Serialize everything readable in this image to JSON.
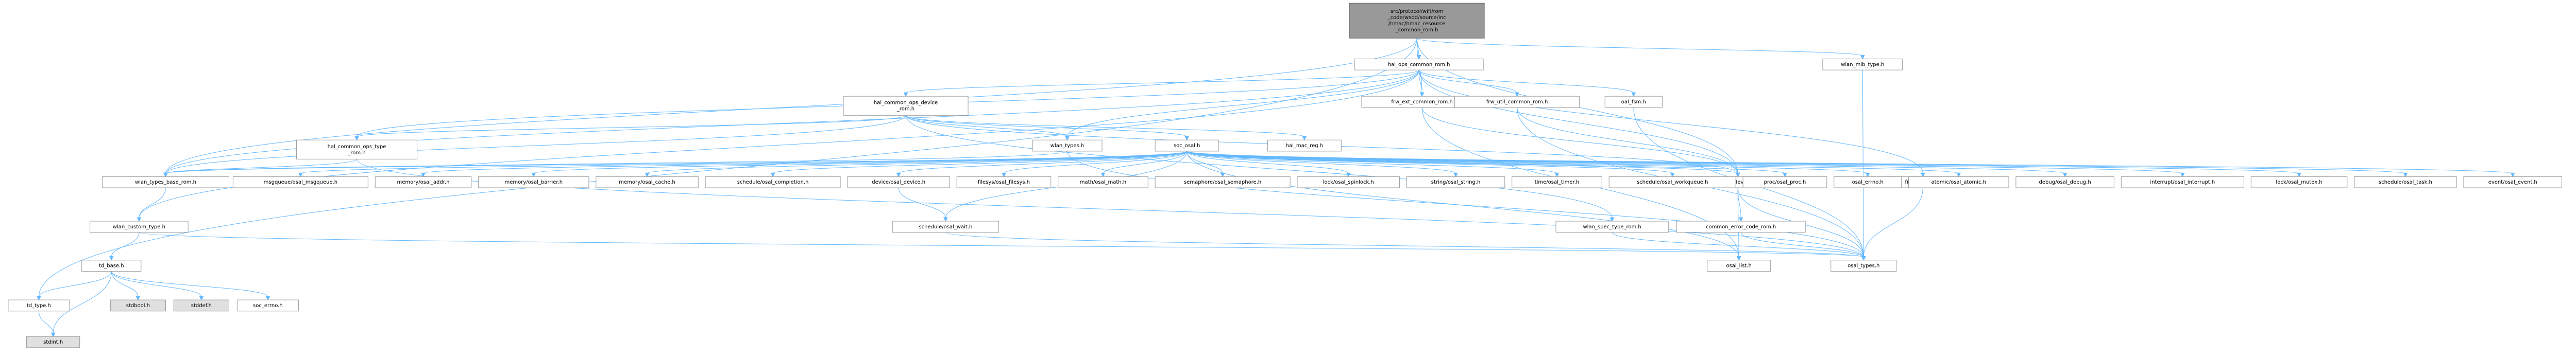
{
  "graph": {
    "title": "Include dependency graph",
    "nodes": [
      {
        "id": "root",
        "lines": [
          "src/protocol/wifi/rom",
          "_code/wsdd/source/inc",
          "/hmac/hmac_resource",
          "_common_rom.h"
        ],
        "kind": "root"
      },
      {
        "id": "hal_ops_common_rom",
        "lines": [
          "hal_ops_common_rom.h"
        ]
      },
      {
        "id": "wlan_mib_type",
        "lines": [
          "wlan_mib_type.h"
        ]
      },
      {
        "id": "hal_common_ops_device_rom",
        "lines": [
          "hal_common_ops_device",
          "_rom.h"
        ]
      },
      {
        "id": "frw_ext_common_rom",
        "lines": [
          "frw_ext_common_rom.h"
        ]
      },
      {
        "id": "frw_util_common_rom",
        "lines": [
          "frw_util_common_rom.h"
        ]
      },
      {
        "id": "oal_fsm",
        "lines": [
          "oal_fsm.h"
        ]
      },
      {
        "id": "hal_common_ops_type_rom",
        "lines": [
          "hal_common_ops_type",
          "_rom.h"
        ]
      },
      {
        "id": "wlan_types",
        "lines": [
          "wlan_types.h"
        ]
      },
      {
        "id": "soc_osal",
        "lines": [
          "soc_osal.h"
        ]
      },
      {
        "id": "hal_mac_reg",
        "lines": [
          "hal_mac_reg.h"
        ]
      },
      {
        "id": "oal_types_device_rom",
        "lines": [
          "oal_types_device_rom.h"
        ]
      },
      {
        "id": "frw_list_rom",
        "lines": [
          "frw_list_rom.h"
        ]
      },
      {
        "id": "wlan_types_base_rom",
        "lines": [
          "wlan_types_base_rom.h"
        ]
      },
      {
        "id": "msgqueue",
        "lines": [
          "msgqueue/osal_msgqueue.h"
        ]
      },
      {
        "id": "memory_addr",
        "lines": [
          "memory/osal_addr.h"
        ]
      },
      {
        "id": "memory_barrier",
        "lines": [
          "memory/osal_barrier.h"
        ]
      },
      {
        "id": "memory_cache",
        "lines": [
          "memory/osal_cache.h"
        ]
      },
      {
        "id": "schedule_completion",
        "lines": [
          "schedule/osal_completion.h"
        ]
      },
      {
        "id": "device",
        "lines": [
          "device/osal_device.h"
        ]
      },
      {
        "id": "filesys",
        "lines": [
          "filesys/osal_filesys.h"
        ]
      },
      {
        "id": "math",
        "lines": [
          "math/osal_math.h"
        ]
      },
      {
        "id": "semaphore",
        "lines": [
          "semaphore/osal_semaphore.h"
        ]
      },
      {
        "id": "spinlock",
        "lines": [
          "lock/osal_spinlock.h"
        ]
      },
      {
        "id": "string",
        "lines": [
          "string/osal_string.h"
        ]
      },
      {
        "id": "timer",
        "lines": [
          "time/osal_timer.h"
        ]
      },
      {
        "id": "workqueue",
        "lines": [
          "schedule/osal_workqueue.h"
        ]
      },
      {
        "id": "proc",
        "lines": [
          "proc/osal_proc.h"
        ]
      },
      {
        "id": "osal_errno",
        "lines": [
          "osal_errno.h"
        ]
      },
      {
        "id": "atomic",
        "lines": [
          "atomic/osal_atomic.h"
        ]
      },
      {
        "id": "debug",
        "lines": [
          "debug/osal_debug.h"
        ]
      },
      {
        "id": "interrupt",
        "lines": [
          "interrupt/osal_interrupt.h"
        ]
      },
      {
        "id": "mutex",
        "lines": [
          "lock/osal_mutex.h"
        ]
      },
      {
        "id": "task",
        "lines": [
          "schedule/osal_task.h"
        ]
      },
      {
        "id": "event",
        "lines": [
          "event/osal_event.h"
        ]
      },
      {
        "id": "wait",
        "lines": [
          "schedule/osal_wait.h"
        ]
      },
      {
        "id": "wlan_spec_type_rom",
        "lines": [
          "wlan_spec_type_rom.h"
        ]
      },
      {
        "id": "osal_list",
        "lines": [
          "osal_list.h"
        ]
      },
      {
        "id": "common_error_code_rom",
        "lines": [
          "common_error_code_rom.h"
        ]
      },
      {
        "id": "osal_types",
        "lines": [
          "osal_types.h"
        ]
      },
      {
        "id": "wlan_custom_type",
        "lines": [
          "wlan_custom_type.h"
        ]
      },
      {
        "id": "td_base",
        "lines": [
          "td_base.h"
        ]
      },
      {
        "id": "td_type",
        "lines": [
          "td_type.h"
        ]
      },
      {
        "id": "stdbool",
        "lines": [
          "stdbool.h"
        ],
        "kind": "system"
      },
      {
        "id": "stddef",
        "lines": [
          "stddef.h"
        ],
        "kind": "system"
      },
      {
        "id": "soc_errno",
        "lines": [
          "soc_errno.h"
        ]
      },
      {
        "id": "stdint",
        "lines": [
          "stdint.h"
        ],
        "kind": "system"
      }
    ],
    "edges": [
      [
        "root",
        "hal_ops_common_rom"
      ],
      [
        "root",
        "wlan_mib_type"
      ],
      [
        "root",
        "frw_ext_common_rom"
      ],
      [
        "root",
        "oal_types_device_rom"
      ],
      [
        "root",
        "wlan_types_base_rom"
      ],
      [
        "root",
        "td_type"
      ],
      [
        "hal_ops_common_rom",
        "hal_common_ops_device_rom"
      ],
      [
        "hal_ops_common_rom",
        "frw_ext_common_rom"
      ],
      [
        "hal_ops_common_rom",
        "frw_util_common_rom"
      ],
      [
        "hal_ops_common_rom",
        "oal_fsm"
      ],
      [
        "hal_ops_common_rom",
        "wlan_types"
      ],
      [
        "hal_ops_common_rom",
        "hal_common_ops_type_rom"
      ],
      [
        "hal_ops_common_rom",
        "oal_types_device_rom"
      ],
      [
        "hal_ops_common_rom",
        "frw_list_rom"
      ],
      [
        "hal_ops_common_rom",
        "wlan_types_base_rom"
      ],
      [
        "hal_ops_common_rom",
        "wlan_custom_type"
      ],
      [
        "wlan_mib_type",
        "osal_types"
      ],
      [
        "hal_common_ops_device_rom",
        "hal_common_ops_type_rom"
      ],
      [
        "hal_common_ops_device_rom",
        "wlan_types"
      ],
      [
        "hal_common_ops_device_rom",
        "soc_osal"
      ],
      [
        "hal_common_ops_device_rom",
        "hal_mac_reg"
      ],
      [
        "hal_common_ops_device_rom",
        "oal_types_device_rom"
      ],
      [
        "hal_common_ops_device_rom",
        "wlan_types_base_rom"
      ],
      [
        "hal_common_ops_device_rom",
        "wlan_spec_type_rom"
      ],
      [
        "frw_ext_common_rom",
        "oal_types_device_rom"
      ],
      [
        "frw_ext_common_rom",
        "osal_list"
      ],
      [
        "frw_util_common_rom",
        "oal_types_device_rom"
      ],
      [
        "frw_util_common_rom",
        "osal_types"
      ],
      [
        "oal_fsm",
        "osal_types"
      ],
      [
        "hal_common_ops_type_rom",
        "wlan_types_base_rom"
      ],
      [
        "hal_common_ops_type_rom",
        "osal_types"
      ],
      [
        "wlan_types",
        "wlan_types_base_rom"
      ],
      [
        "wlan_types",
        "osal_types"
      ],
      [
        "soc_osal",
        "wlan_types_base_rom"
      ],
      [
        "soc_osal",
        "msgqueue"
      ],
      [
        "soc_osal",
        "memory_addr"
      ],
      [
        "soc_osal",
        "memory_barrier"
      ],
      [
        "soc_osal",
        "memory_cache"
      ],
      [
        "soc_osal",
        "schedule_completion"
      ],
      [
        "soc_osal",
        "device"
      ],
      [
        "soc_osal",
        "filesys"
      ],
      [
        "soc_osal",
        "math"
      ],
      [
        "soc_osal",
        "semaphore"
      ],
      [
        "soc_osal",
        "spinlock"
      ],
      [
        "soc_osal",
        "string"
      ],
      [
        "soc_osal",
        "timer"
      ],
      [
        "soc_osal",
        "workqueue"
      ],
      [
        "soc_osal",
        "proc"
      ],
      [
        "soc_osal",
        "osal_errno"
      ],
      [
        "soc_osal",
        "atomic"
      ],
      [
        "soc_osal",
        "debug"
      ],
      [
        "soc_osal",
        "interrupt"
      ],
      [
        "soc_osal",
        "mutex"
      ],
      [
        "soc_osal",
        "task"
      ],
      [
        "soc_osal",
        "event"
      ],
      [
        "soc_osal",
        "oal_types_device_rom"
      ],
      [
        "soc_osal",
        "osal_list"
      ],
      [
        "soc_osal",
        "wait"
      ],
      [
        "oal_types_device_rom",
        "common_error_code_rom"
      ],
      [
        "oal_types_device_rom",
        "osal_types"
      ],
      [
        "oal_types_device_rom",
        "osal_list"
      ],
      [
        "frw_list_rom",
        "osal_types"
      ],
      [
        "device",
        "wait"
      ],
      [
        "wlan_spec_type_rom",
        "osal_types"
      ],
      [
        "common_error_code_rom",
        "osal_types"
      ],
      [
        "wait",
        "osal_types"
      ],
      [
        "wlan_types_base_rom",
        "wlan_custom_type"
      ],
      [
        "wlan_custom_type",
        "td_base"
      ],
      [
        "wlan_custom_type",
        "osal_types"
      ],
      [
        "td_base",
        "td_type"
      ],
      [
        "td_base",
        "stdbool"
      ],
      [
        "td_base",
        "stddef"
      ],
      [
        "td_base",
        "soc_errno"
      ],
      [
        "td_base",
        "stdint"
      ],
      [
        "td_type",
        "stdint"
      ]
    ]
  }
}
